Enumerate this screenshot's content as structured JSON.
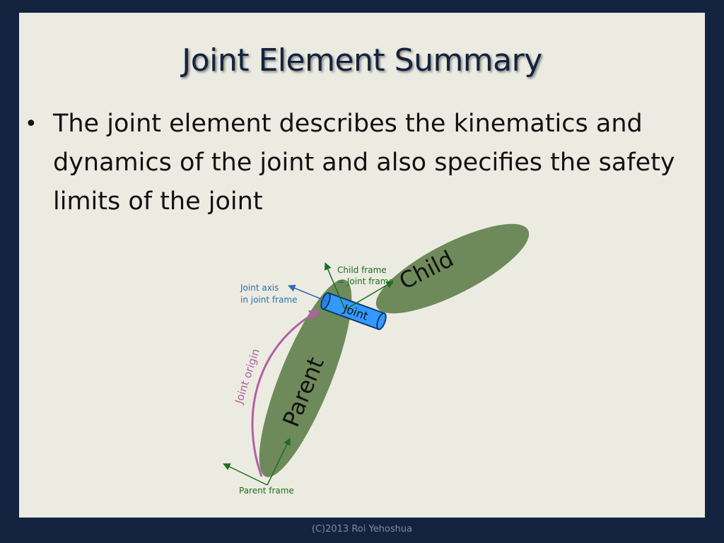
{
  "slide": {
    "title": "Joint Element Summary",
    "bullets": [
      "The joint element describes the kinematics and dynamics of the joint and also specifies the safety limits of the joint"
    ]
  },
  "diagram": {
    "labels": {
      "child": "Child",
      "parent": "Parent",
      "joint": "Joint",
      "child_frame_line1": "Child frame",
      "child_frame_line2": "= Joint frame",
      "joint_axis_line1": "Joint axis",
      "joint_axis_line2": "in joint frame",
      "joint_origin": "Joint origin",
      "parent_frame": "Parent frame"
    },
    "colors": {
      "link": "#6e8a5a",
      "joint": "#3399ff",
      "frame_arrow": "#1c6e1c",
      "axis_arrow": "#2a6fb0",
      "origin_arrow": "#b35fa0"
    }
  },
  "footer": {
    "copyright": "(C)2013 Roi Yehoshua"
  }
}
